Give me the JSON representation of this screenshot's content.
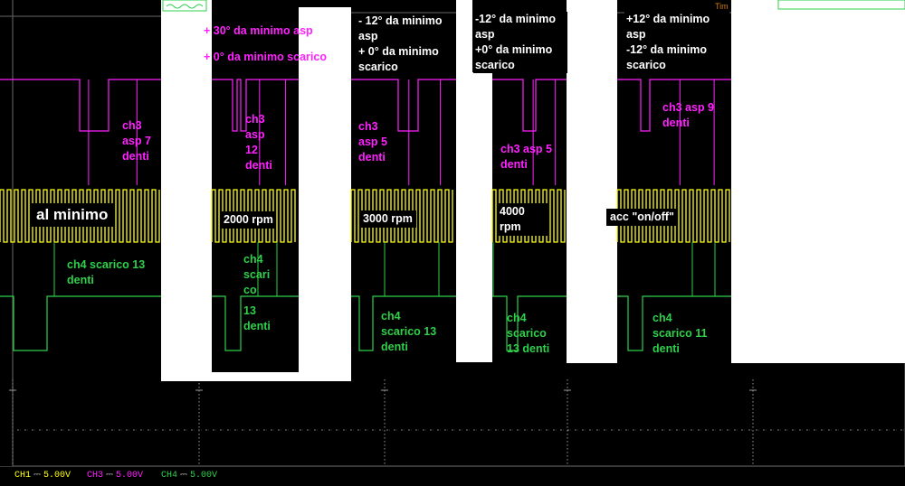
{
  "colors": {
    "ch3": "#ff22ff",
    "ch4": "#2fd04a",
    "ch1": "#ffff10",
    "grid": "#9a9a9a",
    "white_panel": "#ffffff"
  },
  "header": {
    "tim_label": "Tim"
  },
  "panels": [
    {
      "id": "minimo",
      "timing": [],
      "ch3_label": [
        "ch3",
        "asp 7",
        "denti"
      ],
      "rpm_label": "al minimo",
      "ch4_label": [
        "ch4 scarico 13",
        "denti"
      ]
    },
    {
      "id": "2000",
      "timing": [
        "+ 30° da minimo asp",
        "+ 0° da minimo  scarico"
      ],
      "ch3_label": [
        "ch3",
        "asp",
        "12",
        "denti"
      ],
      "rpm_label": "2000 rpm",
      "ch4_label": [
        "ch4",
        "scari",
        "co",
        "",
        "13",
        "denti"
      ]
    },
    {
      "id": "3000",
      "timing": [
        "- 12° da minimo",
        "asp",
        "+ 0° da minimo",
        "scarico"
      ],
      "ch3_label": [
        "ch3",
        "asp 5",
        "denti"
      ],
      "rpm_label": "3000 rpm",
      "ch4_label": [
        "ch4",
        "scarico 13",
        "denti"
      ]
    },
    {
      "id": "4000",
      "timing": [
        "-12° da minimo",
        "asp",
        "+0° da minimo",
        "scarico"
      ],
      "ch3_label": [
        "ch3 asp 5",
        "denti"
      ],
      "rpm_label": "4000 rpm",
      "ch4_label": [
        "ch4",
        "scarico",
        "13 denti"
      ]
    },
    {
      "id": "acc",
      "timing": [
        "+12° da minimo",
        "asp",
        "-12° da minimo",
        "scarico"
      ],
      "ch3_label": [
        "ch3 asp 9",
        "denti"
      ],
      "rpm_label": "acc \"on/off\"",
      "ch4_label": [
        "ch4",
        "scarico 11",
        "denti"
      ]
    }
  ],
  "statusbar": {
    "channels": [
      {
        "name": "CH1",
        "coupling": "⎓",
        "volts": "5.00V",
        "color": "#ffff10"
      },
      {
        "name": "CH3",
        "coupling": "⎓",
        "volts": "5.00V",
        "color": "#ff22ff"
      },
      {
        "name": "CH4",
        "coupling": "⎓",
        "volts": "5.00V",
        "color": "#2fd04a"
      }
    ]
  }
}
